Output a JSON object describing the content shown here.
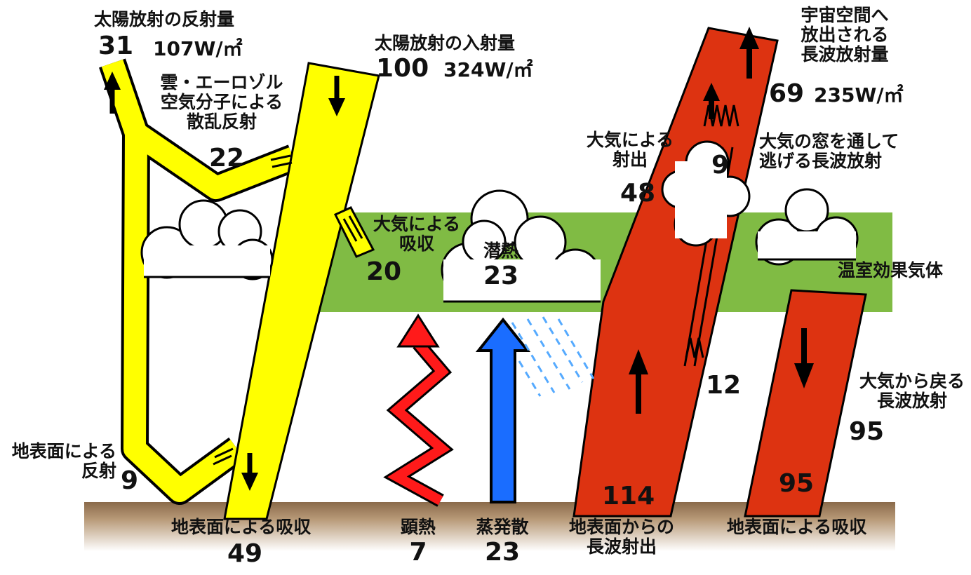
{
  "colors": {
    "solar": "#ffff00",
    "longwave": "#dd3311",
    "atmosphere_band": "#80bb44",
    "ground": "#a88966",
    "sensible_heat": "#ff1a1a",
    "latent_heat": "#1a6dff",
    "rain": "#55aaff",
    "cloud_fill": "#ffffff",
    "outline": "#000000"
  },
  "labels": {
    "solar_reflected": {
      "title": "太陽放射の反射量",
      "value": "31",
      "unit": "107W/㎡"
    },
    "solar_incoming": {
      "title": "太陽放射の入射量",
      "value": "100",
      "unit": "324W/㎡"
    },
    "cloud_scatter": {
      "line1": "雲・エーロゾル",
      "line2": "空気分子による",
      "line3": "散乱反射",
      "value": "22"
    },
    "atm_absorption": {
      "line1": "大気による",
      "line2": "吸収",
      "value": "20"
    },
    "latent_heat_cloud": {
      "title": "潜熱",
      "value": "23"
    },
    "outgoing_longwave": {
      "line1": "宇宙空間へ",
      "line2": "放出される",
      "line3": "長波放射量",
      "value": "69",
      "unit": "235W/㎡"
    },
    "atm_emission": {
      "line1": "大気による",
      "line2": "射出",
      "value": "48"
    },
    "window_value": "9",
    "window_label": {
      "line1": "大気の窓を通して",
      "line2": "逃げる長波放射"
    },
    "greenhouse": "温室効果気体",
    "window_ground_value": "12",
    "back_radiation": {
      "line1": "大気から戻る",
      "line2": "長波放射",
      "value": "95"
    },
    "surface_reflection": {
      "line1": "地表面による",
      "line2": "反射",
      "value": "9"
    },
    "surface_absorption_solar": {
      "title": "地表面による吸収",
      "value": "49"
    },
    "sensible_heat": {
      "title": "顕熱",
      "value": "7"
    },
    "evapotranspiration": {
      "title": "蒸発散",
      "value": "23"
    },
    "surface_emission": {
      "line1": "地表面からの",
      "line2": "長波射出",
      "value": "114"
    },
    "surface_absorption_lw": {
      "title": "地表面による吸収",
      "value": "95"
    }
  }
}
